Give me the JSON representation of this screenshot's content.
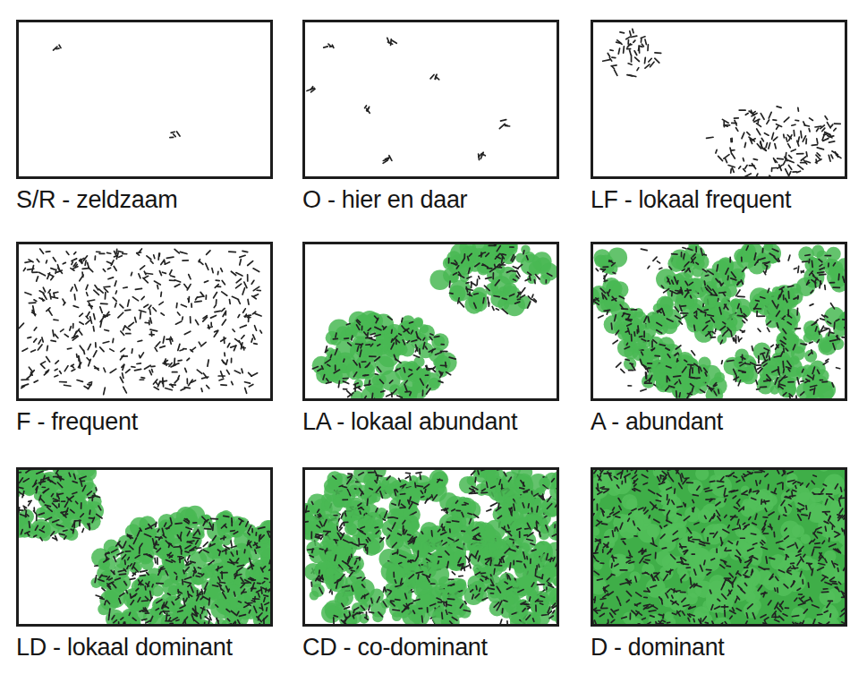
{
  "diagram": {
    "nodes": [
      {
        "text": [
          "S/R - zeldzaam"
        ]
      },
      {
        "text": [
          "O - hier en daar"
        ]
      },
      {
        "text": [
          "LF - lokaal frequent"
        ]
      },
      {
        "text": [
          "F - frequent"
        ]
      },
      {
        "text": [
          "LA - lokaal abundant"
        ]
      },
      {
        "text": [
          "A - abundant"
        ]
      },
      {
        "text": [
          "LD - lokaal dominant"
        ]
      },
      {
        "text": [
          "CD - co-dominant"
        ]
      },
      {
        "text": [
          "D - dominant"
        ]
      }
    ]
  }
}
